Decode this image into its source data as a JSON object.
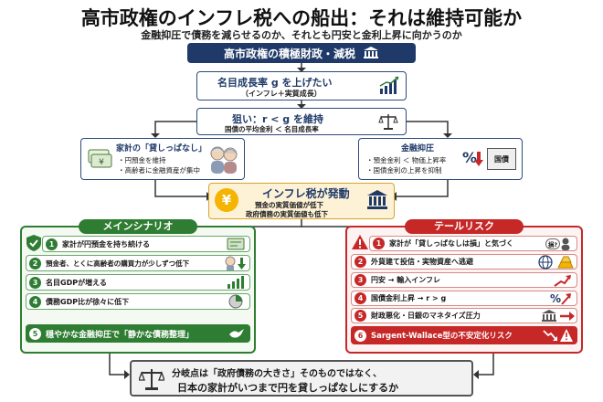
{
  "header": {
    "title": "高市政権のインフレ税への船出：それは維持可能か",
    "subtitle": "金融抑圧で債務を減らせるのか、それとも円安と金利上昇に向かうのか"
  },
  "top_bar": {
    "label": "高市政権の積極財政・減税"
  },
  "goal_box": {
    "line1": "名目成長率 g を上げたい",
    "line2": "（インフレ＋実質成長）"
  },
  "aim_box": {
    "line1": "狙い：r < g を維持",
    "line2": "国債の平均金利 ＜ 名目成長率"
  },
  "household": {
    "title": "家計の「貸しっぱなし」",
    "items": [
      "・円預金を維持",
      "・高齢者に金融資産が集中"
    ]
  },
  "repression": {
    "title": "金融抑圧",
    "items": [
      "・預金金利 ＜ 物価上昇率",
      "・国債金利の上昇を抑制"
    ],
    "bond_label": "国債"
  },
  "inflation_tax": {
    "title": "インフレ税が発動",
    "line1": "預金の実質価値が低下",
    "line2": "政府債務の実質価値も低下",
    "yen_symbol": "¥"
  },
  "main_scenario": {
    "title": "メインシナリオ",
    "rows": [
      {
        "num": "1",
        "text": "家計が円預金を持ち続ける"
      },
      {
        "num": "2",
        "text": "預金者、とくに高齢者の購買力が少しずつ低下"
      },
      {
        "num": "3",
        "text": "名目GDPが増える"
      },
      {
        "num": "4",
        "text": "債務GDP比が徐々に低下"
      }
    ],
    "conclusion_num": "5",
    "conclusion": "穏やかな金融抑圧で「静かな債務整理」"
  },
  "tail_risk": {
    "title": "テールリスク",
    "rows": [
      {
        "num": "1",
        "text": "家計が「貸しっぱなしは損」と気づく",
        "icon_text": "損?"
      },
      {
        "num": "2",
        "text": "外貨建て投信・実物資産へ逃避"
      },
      {
        "num": "3",
        "text": "円安 → 輸入インフレ"
      },
      {
        "num": "4",
        "text": "国債金利上昇 → r > g",
        "icon_text": "%"
      },
      {
        "num": "5",
        "text": "財政悪化・日銀のマネタイズ圧力"
      }
    ],
    "conclusion_num": "6",
    "conclusion": "Sargent-Wallace型の不安定化リスク"
  },
  "footer": {
    "line1": "分岐点は「政府債務の大きさ」そのものではなく、",
    "line2": "日本の家計がいつまで円を貸しっぱなしにするか"
  },
  "colors": {
    "navy": "#1f3a68",
    "green": "#2e7d32",
    "red": "#c62828",
    "gold": "#f4b400"
  }
}
